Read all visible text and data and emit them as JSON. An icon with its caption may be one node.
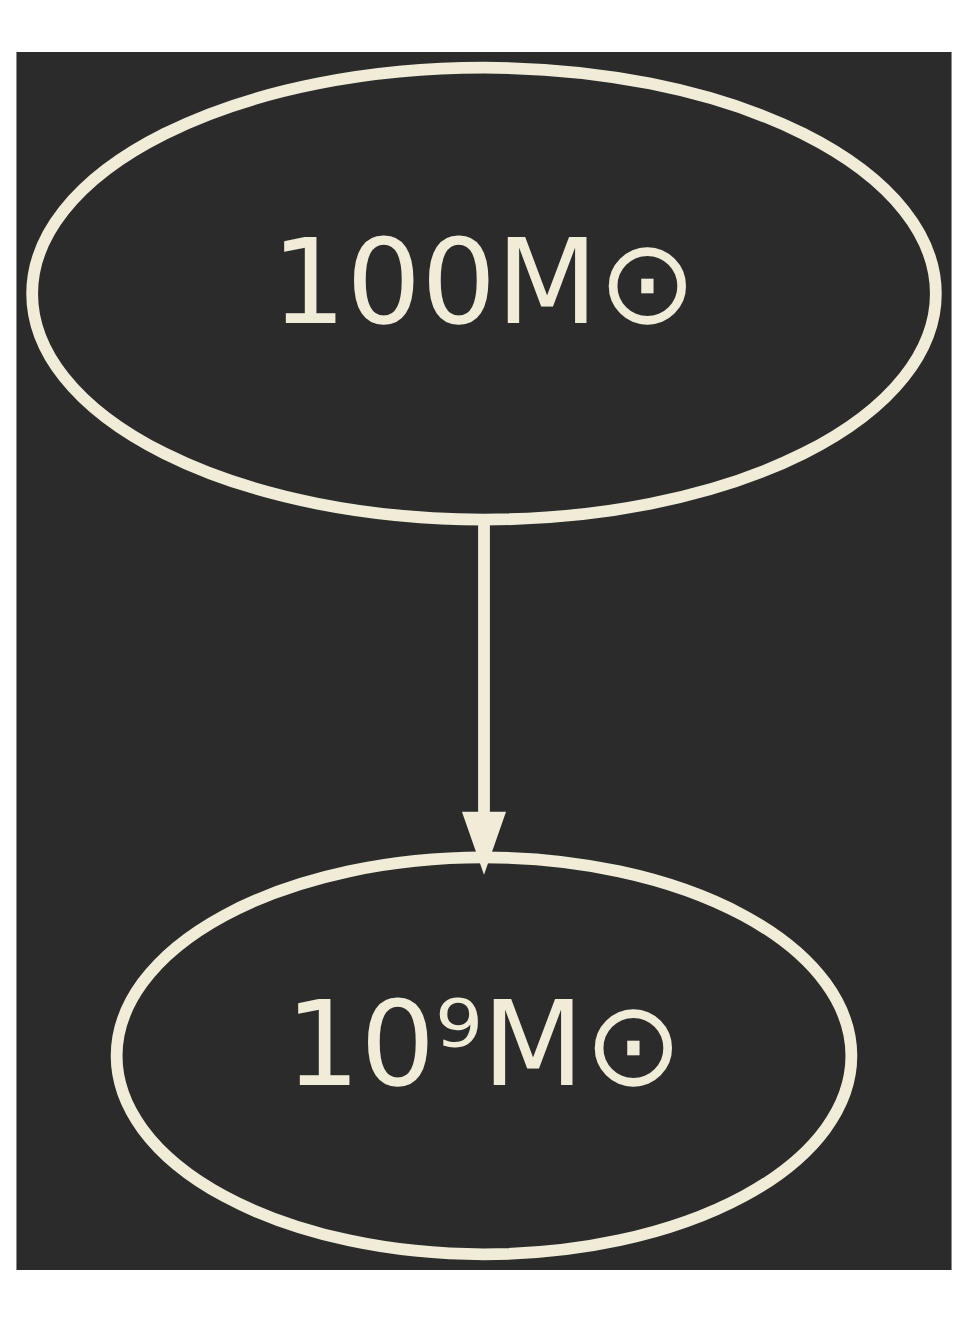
{
  "diagram": {
    "nodes": [
      {
        "text": [
          "100M⊙"
        ]
      },
      {
        "text": [
          "10⁹M⊙"
        ]
      }
    ],
    "edges": [
      {
        "from": 0,
        "to": 1,
        "arrow": "to"
      }
    ]
  }
}
